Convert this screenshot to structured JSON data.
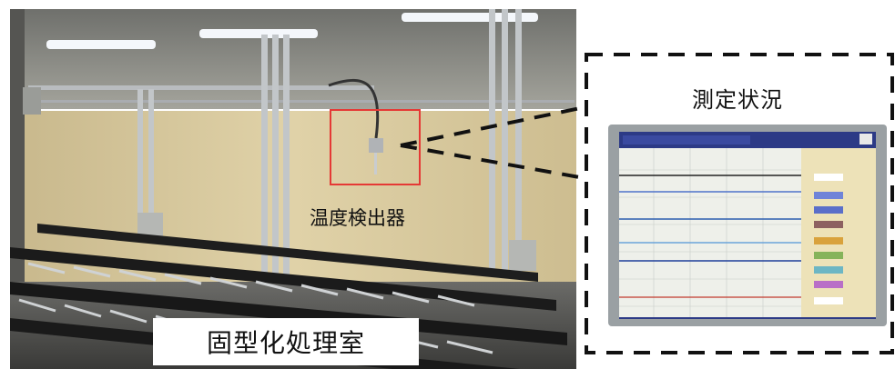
{
  "photo": {
    "room_label": "固型化処理室",
    "sensor_label": "温度検出器"
  },
  "callout": {
    "title": "測定状況"
  },
  "colors": {
    "highlight_box": "#e53935",
    "dash": "#111111",
    "wall": "#d8c9a0",
    "concrete": "#8f8f88",
    "monitor_frame": "#9aa0a3",
    "screen_bg": "#eef0ea"
  }
}
